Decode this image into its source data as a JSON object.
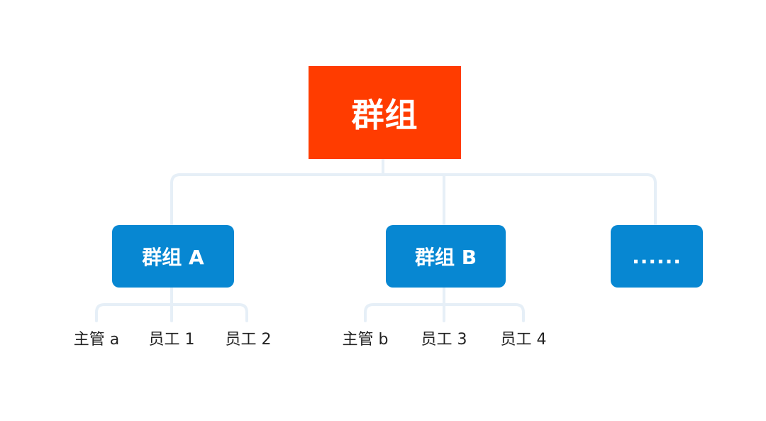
{
  "root": {
    "label": "群组"
  },
  "groups": [
    {
      "label": "群组 A",
      "members": [
        "主管 a",
        "员工 1",
        "员工 2"
      ]
    },
    {
      "label": "群组 B",
      "members": [
        "主管 b",
        "员工 3",
        "员工 4"
      ]
    },
    {
      "label": "......",
      "members": []
    }
  ],
  "colors": {
    "root": "#ff3c00",
    "group": "#0787d2",
    "connector": "#e6eff7",
    "leaf_text": "#222222"
  }
}
